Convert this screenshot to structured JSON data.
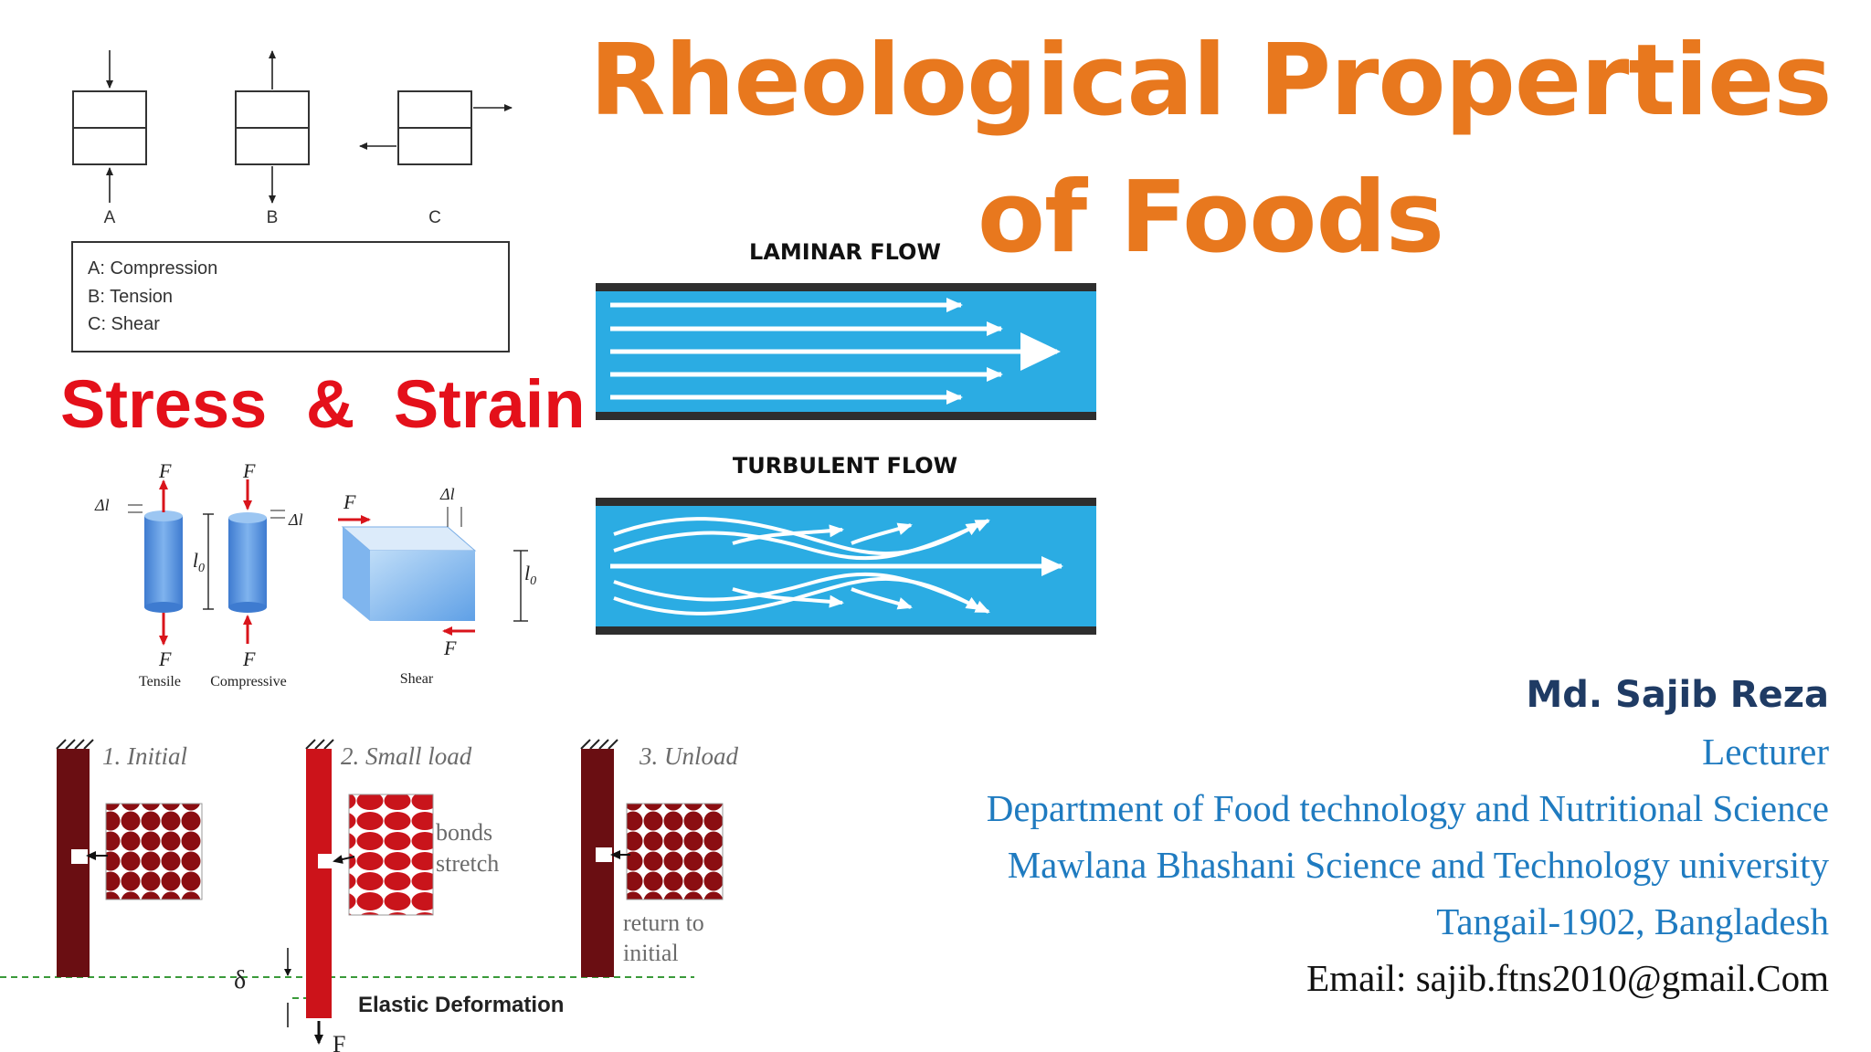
{
  "title": "Rheological Properties of Foods",
  "stress_types": {
    "labels": [
      "A",
      "B",
      "C"
    ],
    "legend": [
      "A: Compression",
      "B: Tension",
      "C: Shear"
    ]
  },
  "stress_strain_heading": "Stress & Strain",
  "deformation_diagram": {
    "force_symbol": "F",
    "delta_l": "Δl",
    "l0": "l",
    "l0_sub": "0",
    "labels": [
      "Tensile",
      "Compressive",
      "Shear"
    ]
  },
  "elastic_diagram": {
    "stages": [
      "1. Initial",
      "2. Small load",
      "3. Unload"
    ],
    "bonds_line1": "bonds",
    "bonds_line2": "stretch",
    "return_line1": "return to",
    "return_line2": "initial",
    "delta": "δ",
    "force": "F",
    "caption": "Elastic Deformation"
  },
  "flow": {
    "laminar_title": "LAMINAR FLOW",
    "turbulent_title": "TURBULENT FLOW",
    "pipe_color": "#2BACE3",
    "wall_color": "#2E2E2E"
  },
  "author": {
    "name": "Md. Sajib Reza",
    "position": "Lecturer",
    "department": "Department of Food technology and Nutritional Science",
    "university": "Mawlana Bhashani Science and Technology university",
    "location": "Tangail-1902, Bangladesh",
    "email": "Email: sajib.ftns2010@gmail.Com"
  },
  "colors": {
    "title": "#E8781E",
    "heading_red": "#E4101A",
    "author_name": "#1F3B64",
    "author_info": "#1F7BC0"
  }
}
